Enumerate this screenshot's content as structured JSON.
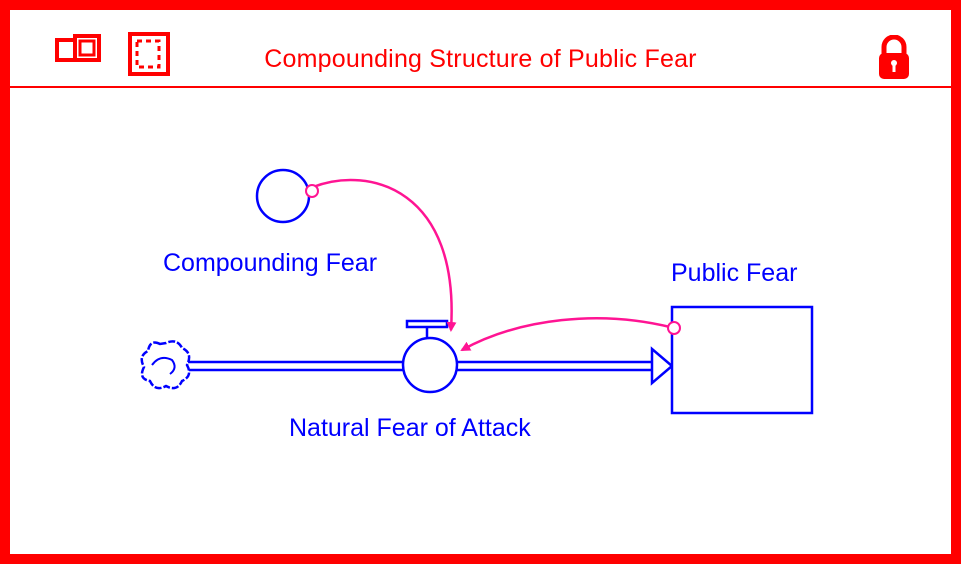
{
  "window": {
    "title": "Compounding Structure of Public Fear"
  },
  "toolbar": {
    "icons": [
      "double-window-icon",
      "selection-box-icon",
      "lock-icon"
    ]
  },
  "diagram": {
    "converter": {
      "label": "Compounding Fear"
    },
    "flow": {
      "label": "Natural Fear of Attack"
    },
    "stock": {
      "label": "Public Fear"
    },
    "source": {
      "icon": "cloud-source-icon"
    }
  },
  "colors": {
    "frame": "#ff0000",
    "elements": "#0000ff",
    "connectors": "#ff1493"
  }
}
